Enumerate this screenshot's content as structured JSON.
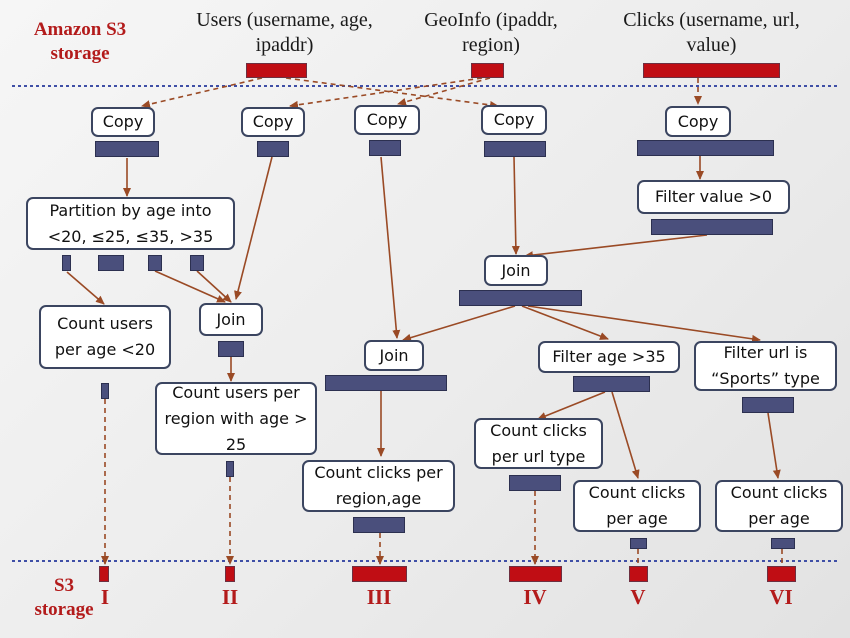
{
  "labels": {
    "top_store": "Amazon S3 storage",
    "bottom_store": "S3 storage"
  },
  "sources": [
    {
      "id": "users",
      "label": "Users (username, age, ipaddr)"
    },
    {
      "id": "geoinfo",
      "label": "GeoInfo (ipaddr, region)"
    },
    {
      "id": "clicks",
      "label": "Clicks (username, url, value)"
    }
  ],
  "nodes": {
    "copy1": "Copy",
    "copy2": "Copy",
    "copy3": "Copy",
    "copy4": "Copy",
    "copy5": "Copy",
    "filter_value": "Filter value >0",
    "partition": "Partition by age into <20, ≤25, ≤35, >35",
    "join_main": "Join",
    "count_users_age": "Count users per age <20",
    "join_left": "Join",
    "join_mid": "Join",
    "filter_age": "Filter age >35",
    "filter_url": "Filter url is “Sports” type",
    "count_users_region": "Count users per region with age > 25",
    "count_clicks_url": "Count clicks per url type",
    "count_clicks_region": "Count clicks per region,age",
    "count_clicks_age1": "Count clicks per age",
    "count_clicks_age2": "Count clicks per age"
  },
  "outputs": [
    "I",
    "II",
    "III",
    "IV",
    "V",
    "VI"
  ],
  "colors": {
    "storage_red": "#c00d14",
    "stage_blue": "#4a4f7c",
    "arrow_brown": "#9a4a25",
    "separator_blue": "#3f4fa6",
    "label_red": "#b31b1b"
  }
}
